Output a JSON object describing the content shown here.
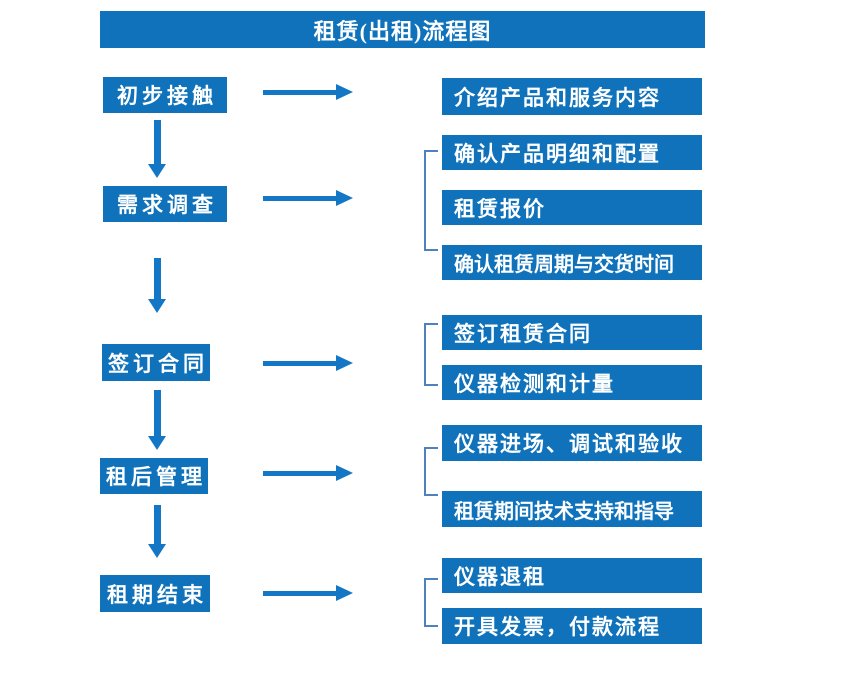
{
  "title": "租赁(出租)流程图",
  "stages": [
    {
      "label": "初步接触",
      "details": [
        "介绍产品和服务内容"
      ]
    },
    {
      "label": "需求调查",
      "details": [
        "确认产品明细和配置",
        "租赁报价",
        "确认租赁周期与交货时间"
      ]
    },
    {
      "label": "签订合同",
      "details": [
        "签订租赁合同",
        "仪器检测和计量"
      ]
    },
    {
      "label": "租后管理",
      "details": [
        "仪器进场、调试和验收",
        "租赁期间技术支持和指导"
      ]
    },
    {
      "label": "租期结束",
      "details": [
        "仪器退租",
        "开具发票，付款流程"
      ]
    }
  ],
  "colors": {
    "box_fill": "#0f72ba",
    "arrow": "#1377c5",
    "bracket": "#4f81bd",
    "text": "#ffffff",
    "background": "#ffffff"
  }
}
